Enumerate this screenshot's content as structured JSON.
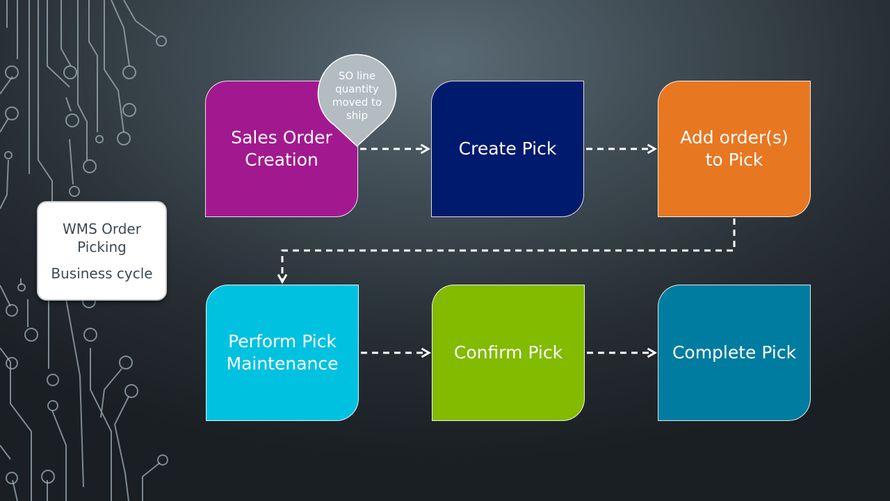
{
  "title_box": {
    "title": "WMS Order Picking",
    "subtitle": "Business cycle"
  },
  "callout": {
    "text": "SO line quantity moved to ship"
  },
  "steps": [
    {
      "label": "Sales Order Creation",
      "color": "#a2198f"
    },
    {
      "label": "Create Pick",
      "color": "#001a6e"
    },
    {
      "label": "Add order(s) to Pick",
      "color": "#e87722"
    },
    {
      "label": "Perform Pick Maintenance",
      "color": "#00c2e0"
    },
    {
      "label": "Confirm Pick",
      "color": "#82bb00"
    },
    {
      "label": "Complete Pick",
      "color": "#007ca0"
    }
  ],
  "colors": {
    "callout": "#b2bcc1",
    "connector": "#ffffff"
  }
}
